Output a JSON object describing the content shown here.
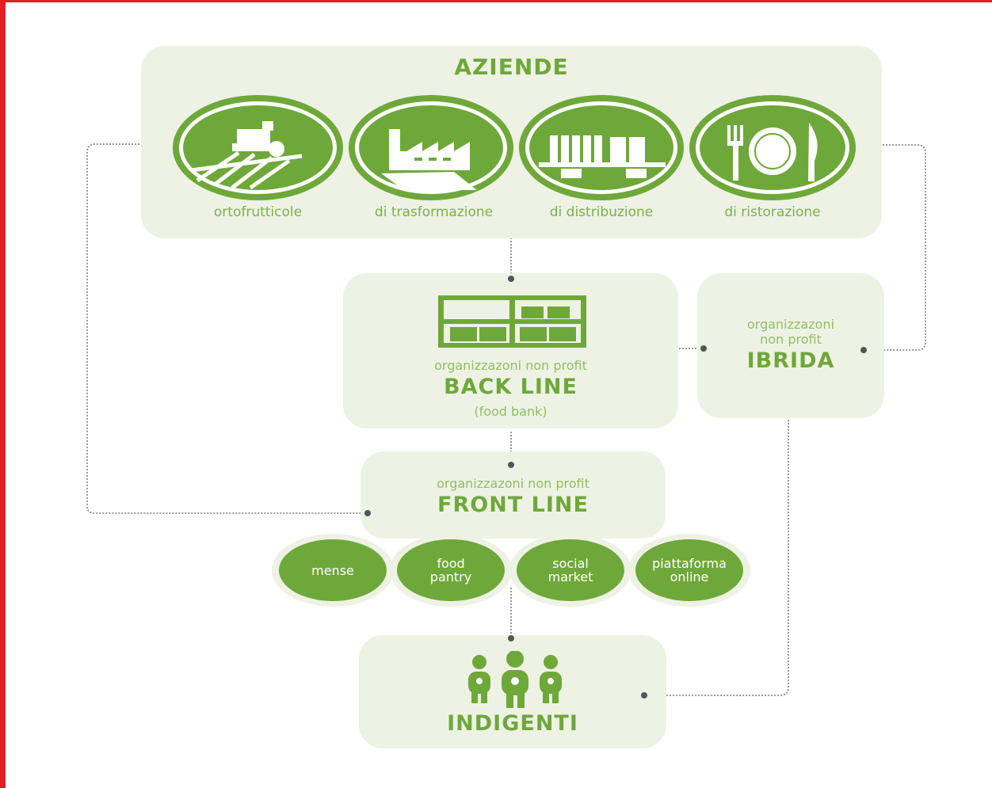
{
  "aziende": {
    "title": "AZIENDE",
    "categories": [
      {
        "label": "ortofrutticole",
        "icon": "tractor-field-icon"
      },
      {
        "label": "di trasformazione",
        "icon": "factory-icon"
      },
      {
        "label": "di distribuzione",
        "icon": "shelves-bottles-icon"
      },
      {
        "label": "di ristorazione",
        "icon": "fork-plate-knife-icon"
      }
    ]
  },
  "back_line": {
    "pre": "organizzazoni non profit",
    "title": "BACK LINE",
    "sub": "(food bank)",
    "icon": "warehouse-shelf-icon"
  },
  "ibrida": {
    "pre1": "organizzazoni",
    "pre2": "non profit",
    "title": "IBRIDA"
  },
  "front_line": {
    "pre": "organizzazoni non profit",
    "title": "FRONT LINE",
    "types": [
      {
        "line1": "mense",
        "line2": ""
      },
      {
        "line1": "food",
        "line2": "pantry"
      },
      {
        "line1": "social",
        "line2": "market"
      },
      {
        "line1": "piattaforma",
        "line2": "online"
      }
    ]
  },
  "indigenti": {
    "title": "INDIGENTI",
    "icon": "people-icon"
  },
  "colors": {
    "accent": "#6fa83a",
    "panel": "#eef2e4",
    "frame": "#e31e24"
  }
}
